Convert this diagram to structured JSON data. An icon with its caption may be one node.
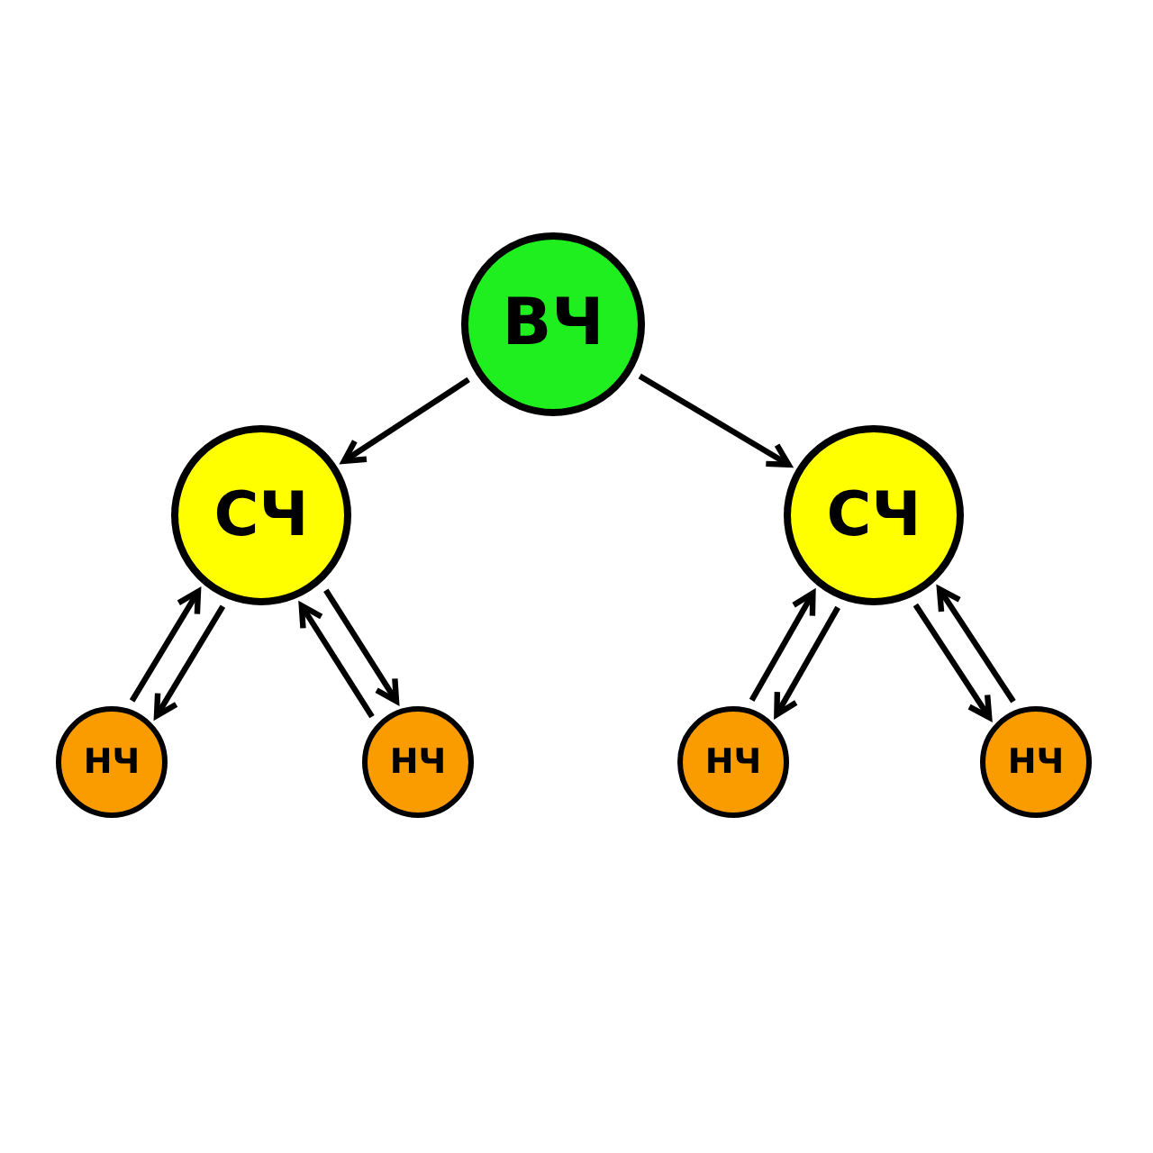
{
  "diagram": {
    "nodes": [
      {
        "text": [
          "ВЧ"
        ]
      },
      {
        "text": [
          "СЧ"
        ]
      },
      {
        "text": [
          "СЧ"
        ]
      },
      {
        "text": [
          "НЧ"
        ]
      },
      {
        "text": [
          "НЧ"
        ]
      },
      {
        "text": [
          "НЧ"
        ]
      },
      {
        "text": [
          "НЧ"
        ]
      }
    ],
    "edges": [
      {
        "from": 0,
        "to": 1,
        "arrow": "to"
      },
      {
        "from": 0,
        "to": 2,
        "arrow": "to"
      },
      {
        "from": 3,
        "to": 1,
        "arrow": "to"
      },
      {
        "from": 1,
        "to": 3,
        "arrow": "to"
      },
      {
        "from": 4,
        "to": 1,
        "arrow": "to"
      },
      {
        "from": 1,
        "to": 4,
        "arrow": "to"
      },
      {
        "from": 5,
        "to": 2,
        "arrow": "to"
      },
      {
        "from": 2,
        "to": 5,
        "arrow": "to"
      },
      {
        "from": 2,
        "to": 6,
        "arrow": "to"
      },
      {
        "from": 6,
        "to": 2,
        "arrow": "to"
      }
    ]
  }
}
